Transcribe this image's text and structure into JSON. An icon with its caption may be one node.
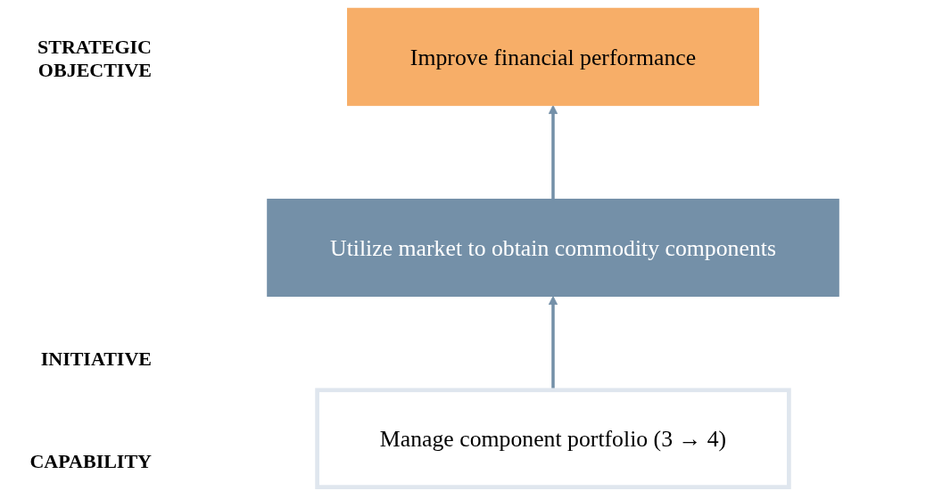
{
  "diagram": {
    "nodes": [
      {
        "text": [
          "Improve financial performance"
        ]
      },
      {
        "text": [
          "Utilize market to obtain commodity components"
        ]
      },
      {
        "text": [
          "Manage component portfolio (3 → 4)"
        ]
      }
    ],
    "edges": [
      {
        "from": 1,
        "to": 0,
        "arrow": "to"
      },
      {
        "from": 2,
        "to": 1,
        "arrow": "to"
      }
    ],
    "labels": [
      "STRATEGIC OBJECTIVE",
      "INITIATIVE",
      "CAPABILITY"
    ]
  }
}
